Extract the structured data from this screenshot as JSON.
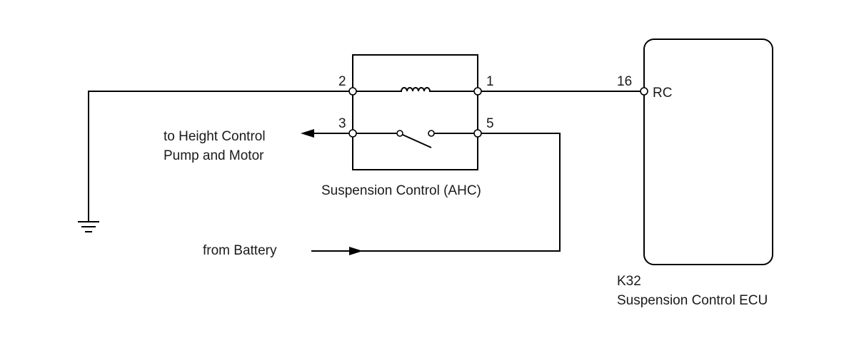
{
  "relay": {
    "caption": "Suspension Control (AHC)",
    "pins": {
      "p2": "2",
      "p1": "1",
      "p3": "3",
      "p5": "5"
    }
  },
  "ecu": {
    "pin_number": "16",
    "pin_name": "RC",
    "code": "K32",
    "name": "Suspension Control ECU"
  },
  "labels": {
    "to_pump_line1": "to Height Control",
    "to_pump_line2": "Pump and Motor",
    "from_battery": "from Battery"
  },
  "colors": {
    "line": "#000000",
    "text": "#1a1a1a"
  }
}
